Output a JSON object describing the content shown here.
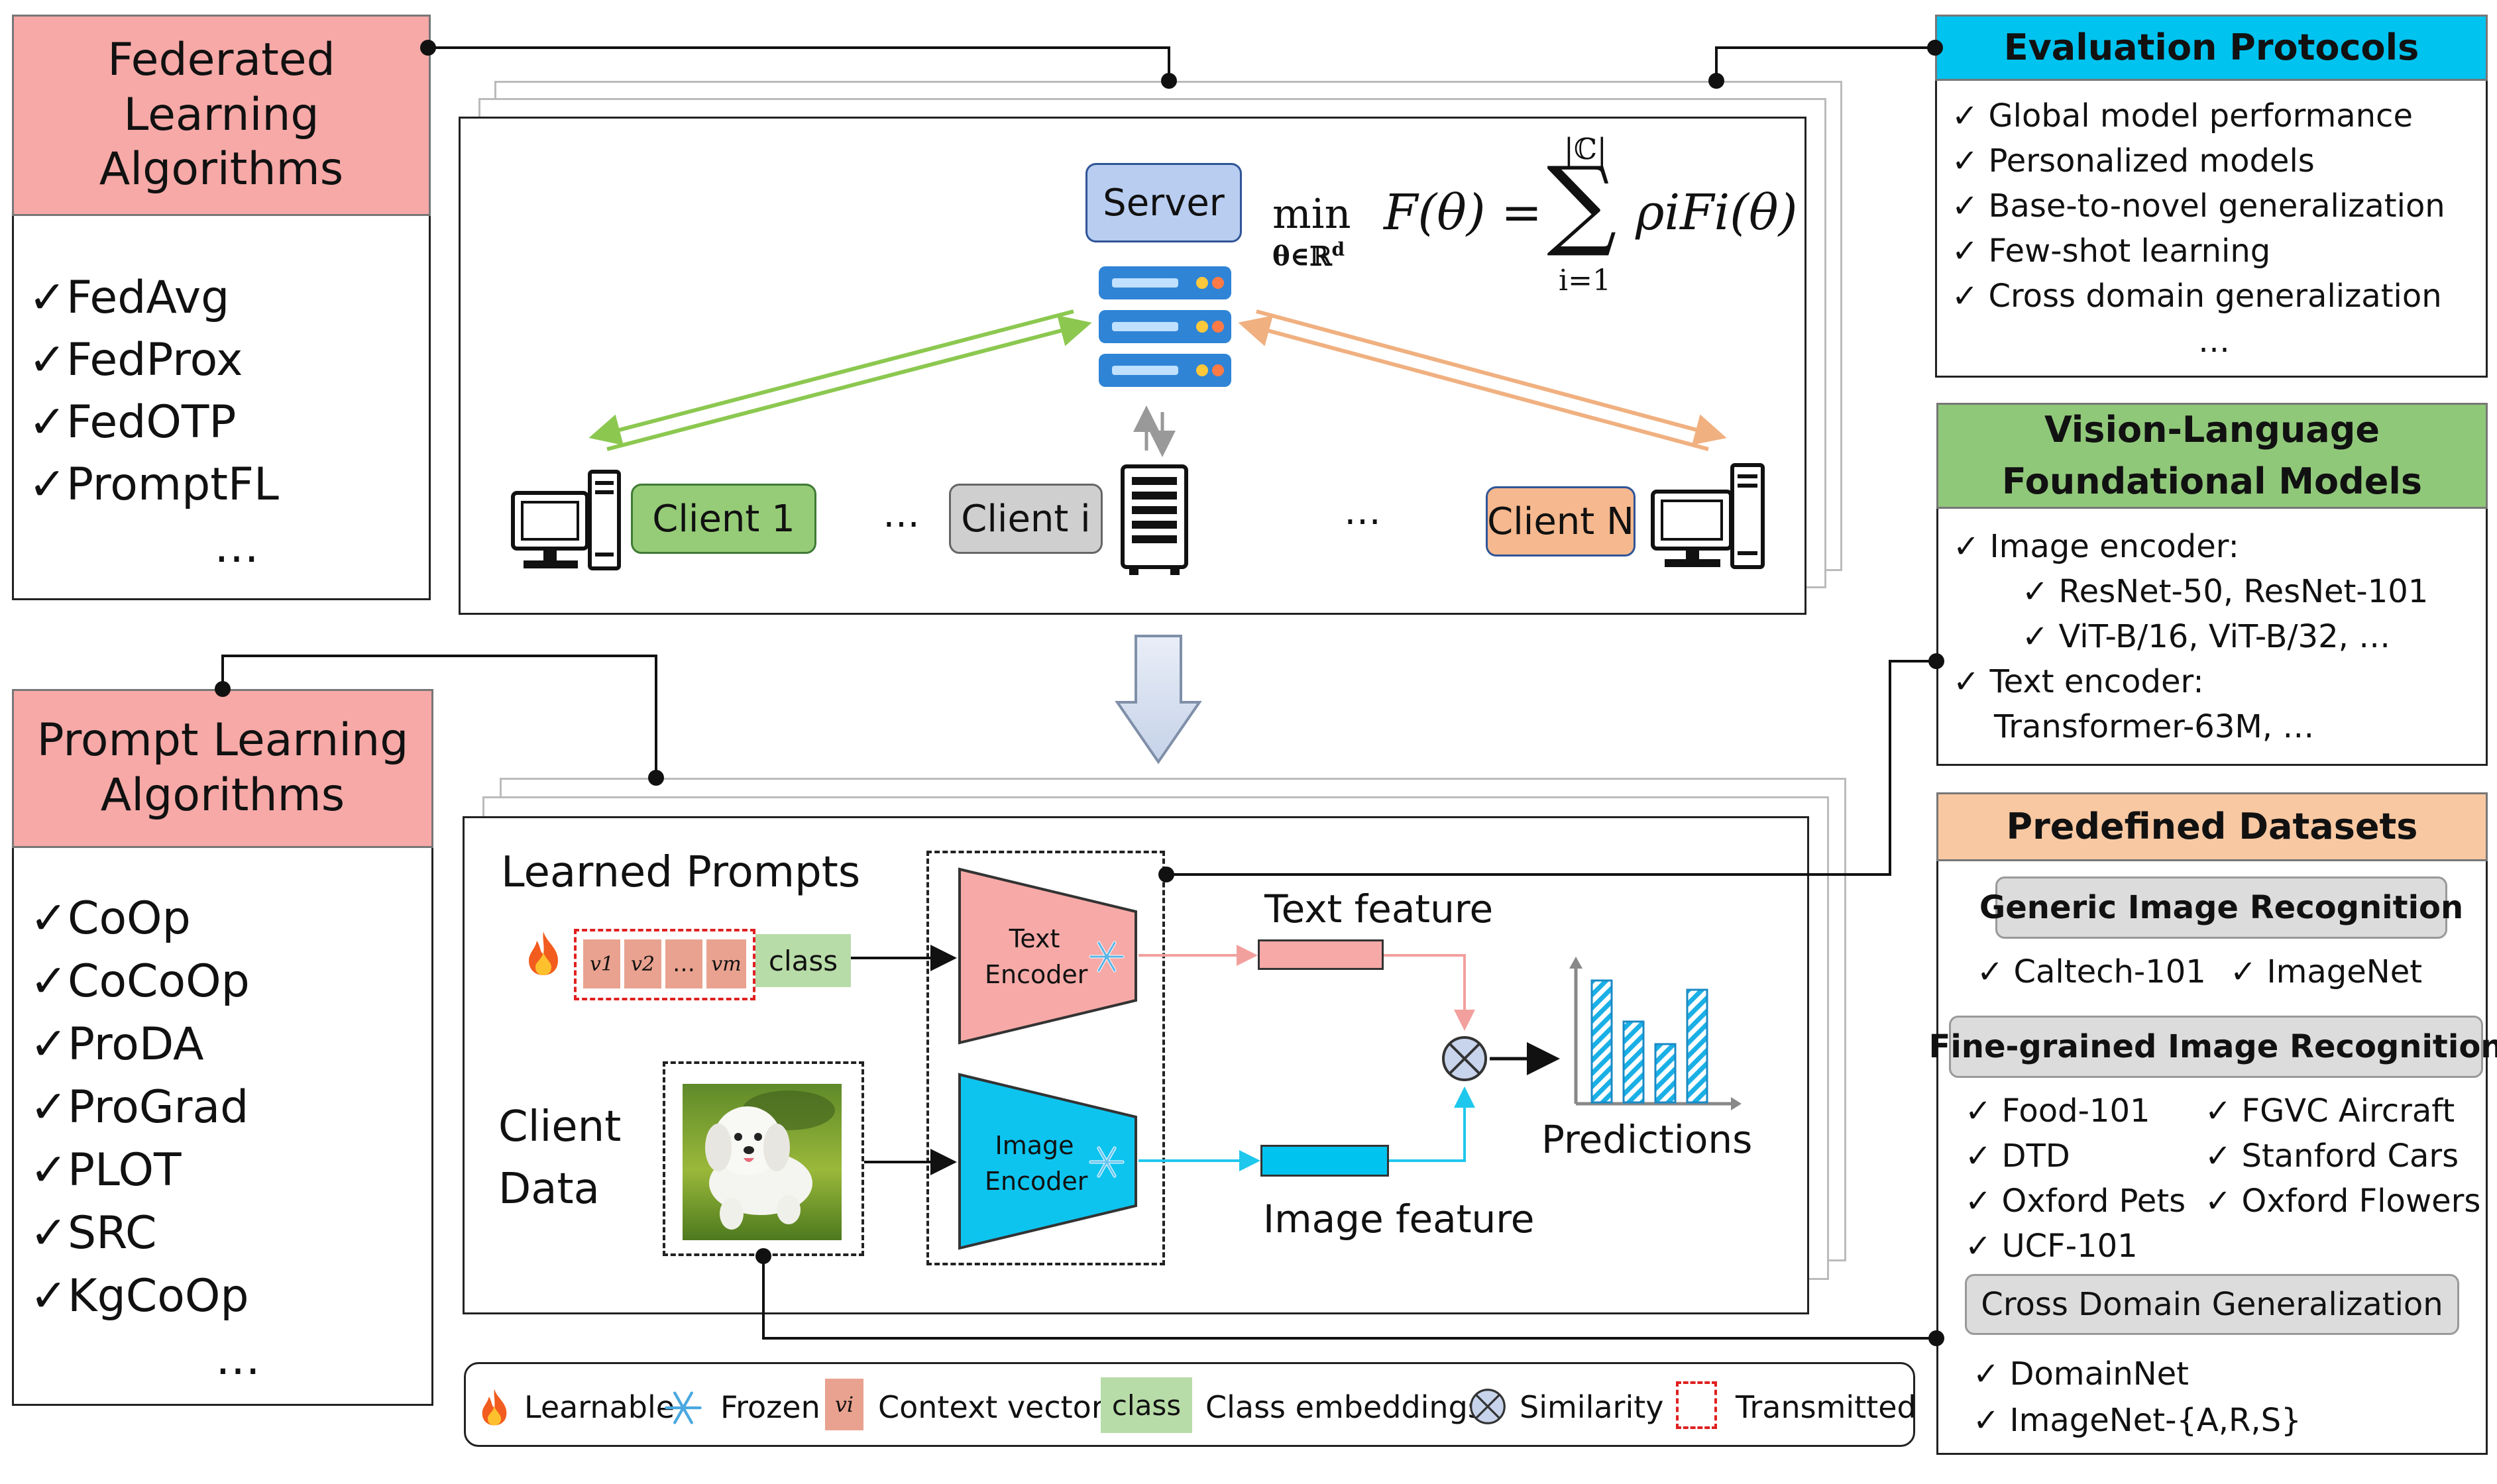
{
  "fl_algorithms": {
    "title": "Federated Learning Algorithms",
    "items": [
      "✓FedAvg",
      "✓FedProx",
      "✓FedOTP",
      "✓PromptFL",
      "…"
    ]
  },
  "prompt_algorithms": {
    "title": "Prompt Learning Algorithms",
    "items": [
      "✓CoOp",
      "✓CoCoOp",
      "✓ProDA",
      "✓ProGrad",
      "✓PLOT",
      "✓SRC",
      "✓KgCoOp",
      "…"
    ]
  },
  "eval_protocols": {
    "title": "Evaluation Protocols",
    "items": [
      "✓ Global model performance",
      "✓ Personalized models",
      "✓ Base-to-novel generalization",
      "✓ Few-shot learning",
      "✓ Cross domain generalization",
      "…"
    ]
  },
  "vlm": {
    "title_line1": "Vision-Language",
    "title_line2": "Foundational Models",
    "image_encoder": "✓ Image encoder:",
    "resnet": "✓ ResNet-50, ResNet-101",
    "vit": "✓ ViT-B/16, ViT-B/32, …",
    "text_encoder": "✓ Text encoder:",
    "transformer": "Transformer-63M, …"
  },
  "datasets": {
    "title": "Predefined Datasets",
    "generic_header": "Generic Image Recognition",
    "generic_items": [
      "✓ Caltech-101",
      "✓ ImageNet"
    ],
    "fine_header": "Fine-grained Image Recognition",
    "fine_left": [
      "✓ Food-101",
      "✓ DTD",
      "✓ Oxford Pets",
      "✓ UCF-101"
    ],
    "fine_right": [
      "✓ FGVC Aircraft",
      "✓ Stanford Cars",
      "✓ Oxford Flowers"
    ],
    "cross_header": "Cross Domain Generalization",
    "cross_items": [
      "✓ DomainNet",
      "✓ ImageNet-{A,R,S}"
    ]
  },
  "federated": {
    "server": "Server",
    "client_1": "Client 1",
    "client_i": "Client i",
    "client_n": "Client N",
    "ellipsis": "…",
    "formula": {
      "min": "min",
      "min_sub": "θ∈ℝ",
      "min_sub_sup": "d",
      "lhs": "F(θ) =",
      "sum_sup": "|ℂ|",
      "sum": "∑",
      "sum_sub": "i=1",
      "rhs": "ρiFi(θ)"
    }
  },
  "prompt_panel": {
    "learned_prompts": "Learned Prompts",
    "tokens": [
      "v1",
      "v2",
      "…",
      "vm"
    ],
    "class": "class",
    "client_data_line1": "Client",
    "client_data_line2": "Data",
    "text_encoder_line1": "Text",
    "text_encoder_line2": "Encoder",
    "image_encoder_line1": "Image",
    "image_encoder_line2": "Encoder",
    "text_feature": "Text feature",
    "image_feature": "Image feature",
    "predictions": "Predictions"
  },
  "legend": {
    "learnable": "Learnable",
    "frozen": "Frozen",
    "vi_symbol": "vi",
    "context_vectors": "Context vectors",
    "class_chip": "class",
    "class_embeddings": "Class embeddings",
    "similarity": "Similarity",
    "transmitted": "Transmitted"
  },
  "colors": {
    "fl_header": "#f6a9a7",
    "eval_header": "#00c3ef",
    "vlm_header": "#90c87a",
    "dataset_header": "#f8c8a2",
    "green_arrow": "#8cc850",
    "orange_arrow": "#f0b080",
    "text_path": "#f2a09e",
    "image_path": "#1ec8ec"
  },
  "icons": [
    "fire-icon",
    "snowflake-icon",
    "server-icon",
    "desktop-computer-icon",
    "tower-server-icon",
    "down-arrow-icon",
    "similarity-icon",
    "bar-chart-icon",
    "dog-photo"
  ]
}
